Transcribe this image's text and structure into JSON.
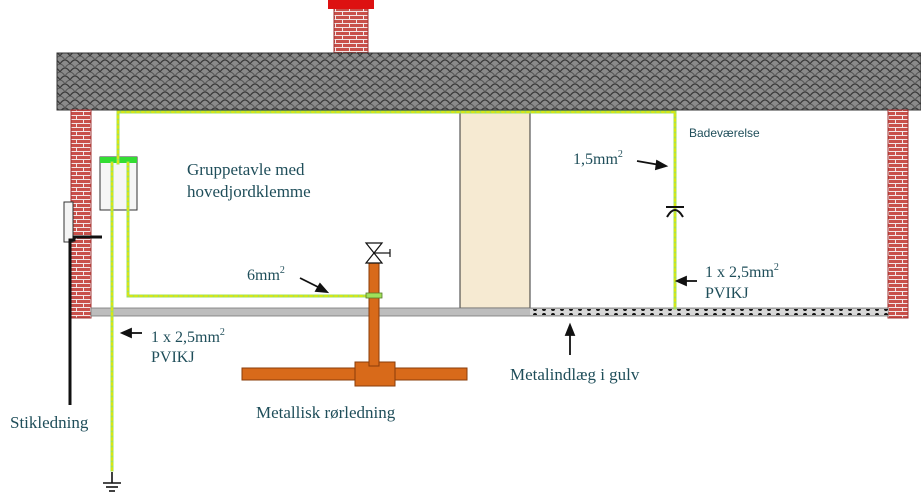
{
  "labels": {
    "gruppetavle_line1": "Gruppetavle med",
    "gruppetavle_line2": "hovedjordklemme",
    "six_mm": "6mm",
    "six_mm_sup": "2",
    "one_five_mm": "1,5mm",
    "one_five_mm_sup": "2",
    "badevaerelse": "Badeværelse",
    "pvikj_right_line1": "1 x 2,5mm",
    "pvikj_right_sup": "2",
    "pvikj_right_line2": "PVIKJ",
    "pvikj_left_line1": "1 x 2,5mm",
    "pvikj_left_sup": "2",
    "pvikj_left_line2": "PVIKJ",
    "metalindlaeg": "Metalindlæg i gulv",
    "metallisk": "Metallisk rørledning",
    "stikledning": "Stikledning"
  },
  "colors": {
    "roof": "#5a5a5a",
    "brick": "#c8504a",
    "chimney_cap": "#dd1111",
    "ground_wire": "#9fe05a",
    "ground_wire_dot": "#e8e800",
    "pipe": "#d86a1a",
    "floor": "#bdbdbd",
    "wall_insulation": "#f6ead2",
    "text": "#1f4e5a"
  },
  "icons": {
    "valve": "valve-icon",
    "earth": "earth-ground-icon",
    "outlet": "bathroom-outlet-icon"
  }
}
